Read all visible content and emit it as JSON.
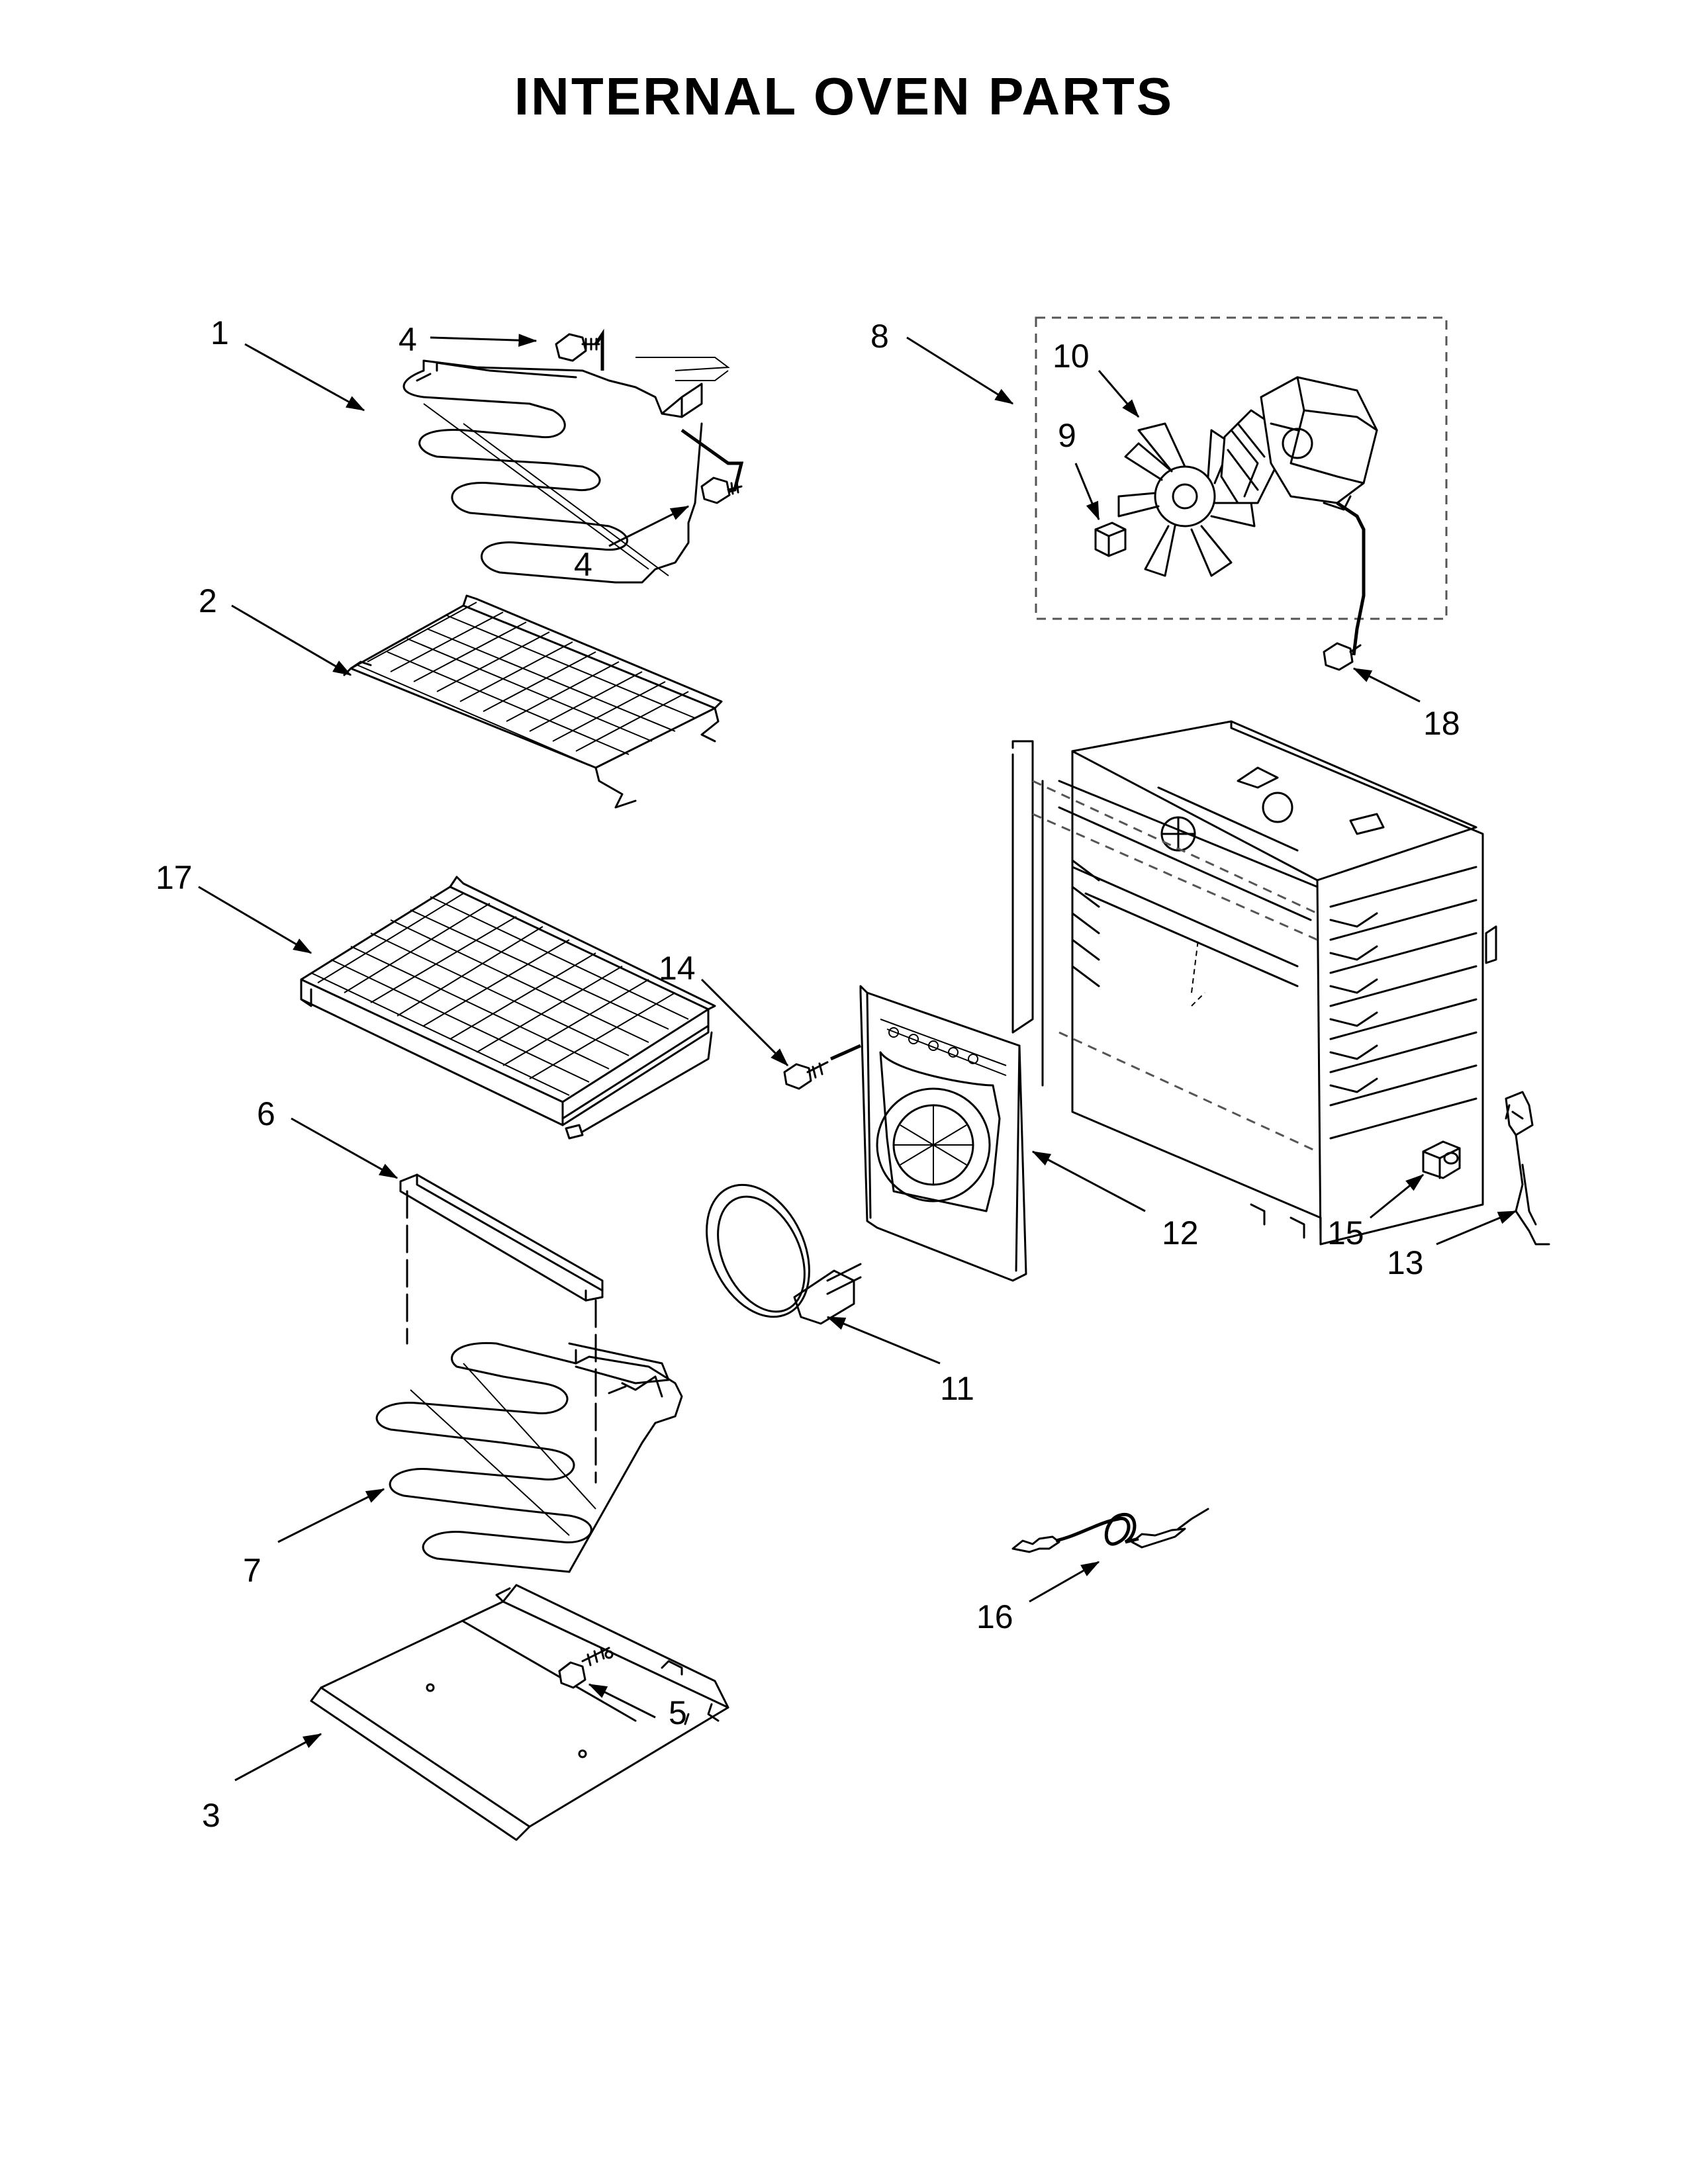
{
  "title": "INTERNAL OVEN PARTS",
  "callouts": {
    "c1": "1",
    "c4a": "4",
    "c4b": "4",
    "c2": "2",
    "c17": "17",
    "c6": "6",
    "c7": "7",
    "c3": "3",
    "c5": "5",
    "c8": "8",
    "c10": "10",
    "c9": "9",
    "c18": "18",
    "c14": "14",
    "c12": "12",
    "c11": "11",
    "c15": "15",
    "c13": "13",
    "c16": "16"
  }
}
